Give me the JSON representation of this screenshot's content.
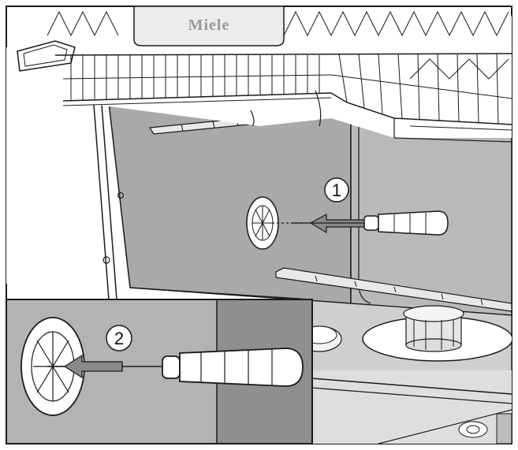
{
  "illustration": {
    "brand_logo": "Miele",
    "steps": [
      {
        "label": "1"
      },
      {
        "label": "2"
      }
    ],
    "colors": {
      "line": "#1a1a1a",
      "tub_back_wall": "#a9a9a9",
      "tub_side_wall": "#b9b9b9",
      "tub_floor": "#cfcfcf",
      "inset_left_panel": "#b3b3b3",
      "inset_right_panel": "#8f8f8f",
      "arrow": "#8a8a8a",
      "white": "#ffffff"
    },
    "icons": [
      "screwdriver-icon",
      "arrow-left-icon",
      "filter-grommet-icon",
      "spray-arm-icon",
      "basket-icon"
    ]
  }
}
